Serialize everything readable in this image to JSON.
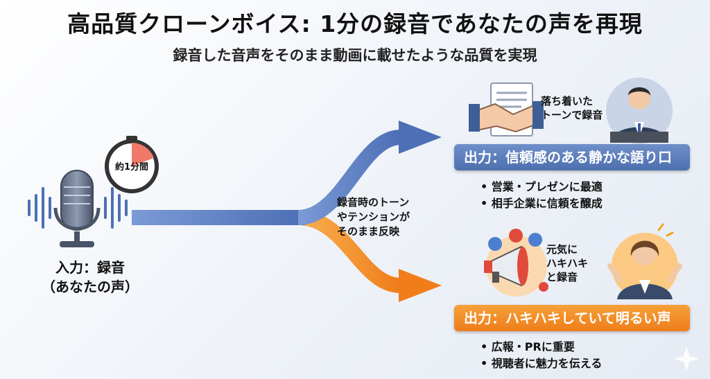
{
  "title": "高品質クローンボイス: 1分の録音であなたの声を再現",
  "subtitle": "録音した音声をそのまま動画に載せたような品質を実現",
  "input": {
    "label_line1": "入力：録音",
    "label_line2": "（あなたの声）",
    "timer_label": "約1分間"
  },
  "middle_text": {
    "line1": "録音時のトーン",
    "line2": "やテンションが",
    "line3": "そのまま反映"
  },
  "output_calm": {
    "callout_line1": "落ち着いた",
    "callout_line2": "トーンで録音",
    "bar_label": "出力：信頼感のある静かな語り口",
    "bullets": [
      "営業・プレゼンに最適",
      "相手企業に信頼を醸成"
    ]
  },
  "output_bright": {
    "callout_line1": "元気に",
    "callout_line2": "ハキハキ",
    "callout_line3": "と録音",
    "bar_label": "出力：ハキハキしていて明るい声",
    "bullets": [
      "広報・PRに重要",
      "視聴者に魅力を伝える"
    ]
  },
  "colors": {
    "blue_accent": "#5b7fc2",
    "orange_accent": "#f08a1f",
    "timer_red": "#f07a6a"
  }
}
